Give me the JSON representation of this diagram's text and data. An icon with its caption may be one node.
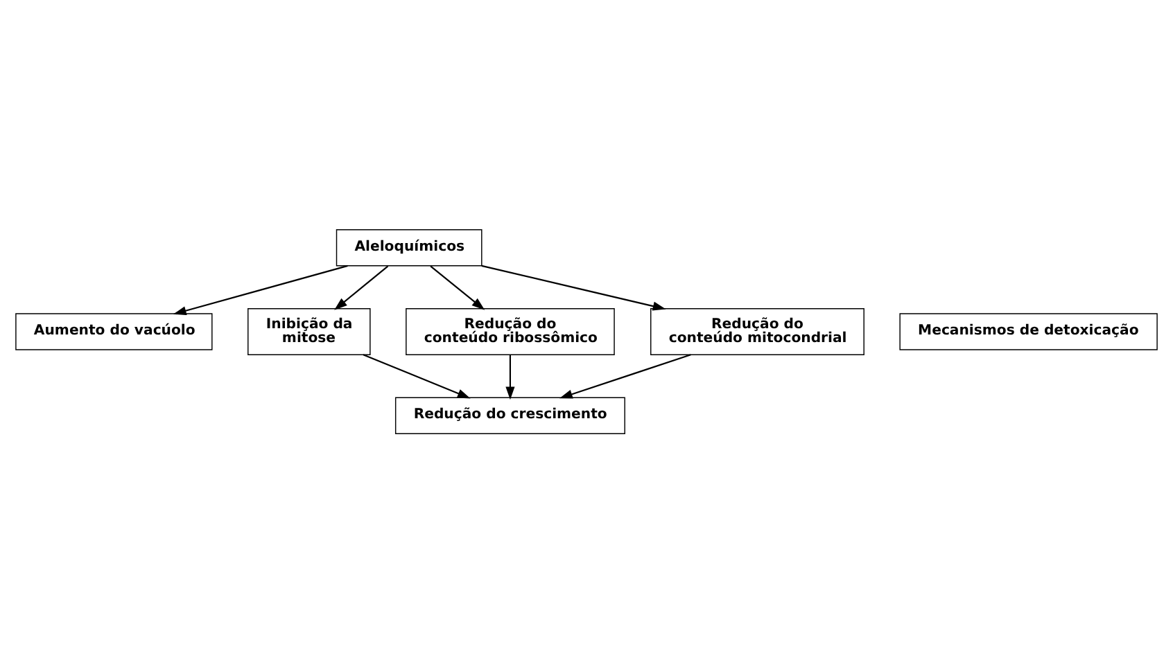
{
  "diagram": {
    "nodes": [
      {
        "text": [
          "Aleloquímicos"
        ]
      },
      {
        "text": [
          "Aumento do vacúolo"
        ]
      },
      {
        "text": [
          "Inibição da mitose"
        ]
      },
      {
        "text": [
          "Redução do conteúdo ribossômico"
        ]
      },
      {
        "text": [
          "Redução do conteúdo mitocondrial"
        ]
      },
      {
        "text": [
          "Mecanismos de detoxicação"
        ]
      },
      {
        "text": [
          "Redução do crescimento"
        ]
      }
    ],
    "edges": [
      {
        "from": 0,
        "to": 2,
        "arrow": "to"
      },
      {
        "from": 0,
        "to": 4,
        "arrow": "to"
      },
      {
        "from": 0,
        "to": 3,
        "arrow": "to"
      },
      {
        "from": 0,
        "to": 1,
        "arrow": "to"
      },
      {
        "from": 2,
        "to": 6,
        "arrow": "to"
      },
      {
        "from": 4,
        "to": 6,
        "arrow": "to"
      },
      {
        "from": 3,
        "to": 6,
        "arrow": "to"
      }
    ]
  }
}
